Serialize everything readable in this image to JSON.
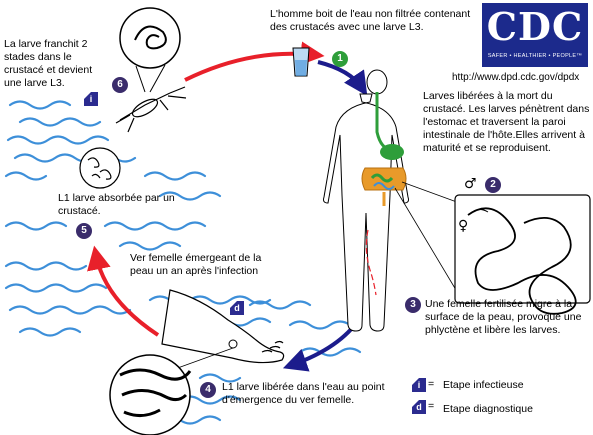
{
  "logo": {
    "letters": "CDC",
    "tagline": "SAFER • HEALTHIER • PEOPLE™",
    "url": "http://www.dpd.cdc.gov/dpdx"
  },
  "steps": [
    {
      "number": "1",
      "color": "#2e9e3a",
      "text": "L'homme boit de l'eau non filtrée contenant des crustacés avec une larve L3."
    },
    {
      "number": "2",
      "color": "#3a2c6b",
      "text": "Larves libérées à la mort du crustacé. Les larves pénètrent dans l'estomac et traversent la paroi intestinale de l'hôte.Elles arrivent à maturité et se reproduisent."
    },
    {
      "number": "3",
      "color": "#3a2c6b",
      "text": "Une femelle fertilisée migre à la surface de la peau, provoque une phlyctène et libère les larves."
    },
    {
      "number": "4",
      "color": "#3a2c6b",
      "text": "L1 larve libérée dans l'eau au point d'émergence du ver femelle."
    },
    {
      "number": "5",
      "color": "#3a2c6b",
      "text": "L1 larve absorbée par un crustacé."
    },
    {
      "number": "6",
      "color": "#3a2c6b",
      "text": "La larve franchit 2 stades dans le crustacé et devient une larve L3."
    }
  ],
  "annotation_emerging": "Ver femelle émergeant de la peau un an après l'infection",
  "sex_symbols": {
    "male": "♂",
    "female": "♀"
  },
  "legend": {
    "infective_letter": "i",
    "infective_label": "Etape infectieuse",
    "diagnostic_letter": "d",
    "diagnostic_label": "Etape diagnostique",
    "equals": "="
  },
  "colors": {
    "red_arrow": "#e8202a",
    "blue_arrow": "#1c1c8c",
    "water": "#3d8fd9",
    "green": "#2e9e3a",
    "navy": "#2b2b8f"
  }
}
